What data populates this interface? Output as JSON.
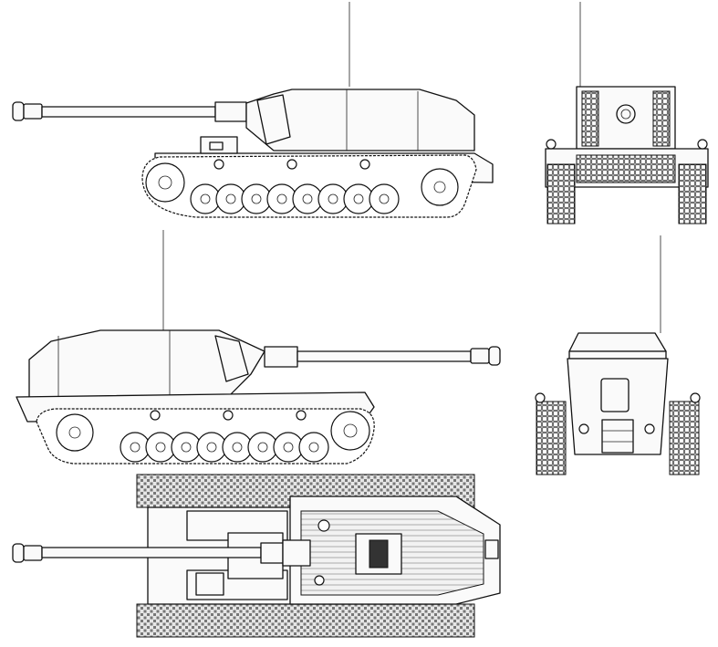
{
  "drawing": {
    "views": [
      "left-side",
      "front",
      "right-side",
      "rear",
      "top"
    ],
    "background": "#ffffff",
    "line_color": "#111111",
    "tread_fill": "#d4d4d4"
  }
}
